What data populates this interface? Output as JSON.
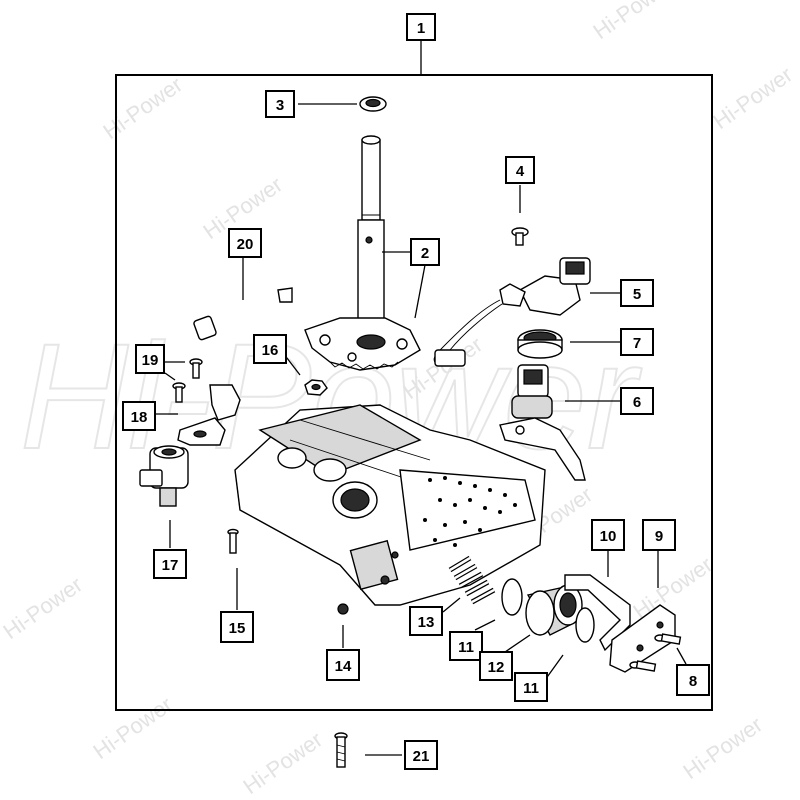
{
  "watermark": {
    "small": "Hi-Power",
    "large": "Hi-Power"
  },
  "callouts": [
    {
      "id": "c1",
      "label": "1"
    },
    {
      "id": "c2",
      "label": "2"
    },
    {
      "id": "c3",
      "label": "3"
    },
    {
      "id": "c4",
      "label": "4"
    },
    {
      "id": "c5",
      "label": "5"
    },
    {
      "id": "c6",
      "label": "6"
    },
    {
      "id": "c7",
      "label": "7"
    },
    {
      "id": "c8",
      "label": "8"
    },
    {
      "id": "c9",
      "label": "9"
    },
    {
      "id": "c10",
      "label": "10"
    },
    {
      "id": "c11a",
      "label": "11"
    },
    {
      "id": "c11b",
      "label": "11"
    },
    {
      "id": "c12",
      "label": "12"
    },
    {
      "id": "c13",
      "label": "13"
    },
    {
      "id": "c14",
      "label": "14"
    },
    {
      "id": "c15",
      "label": "15"
    },
    {
      "id": "c16",
      "label": "16"
    },
    {
      "id": "c17",
      "label": "17"
    },
    {
      "id": "c18",
      "label": "18"
    },
    {
      "id": "c19",
      "label": "19"
    },
    {
      "id": "c20",
      "label": "20"
    },
    {
      "id": "c21",
      "label": "21"
    }
  ]
}
